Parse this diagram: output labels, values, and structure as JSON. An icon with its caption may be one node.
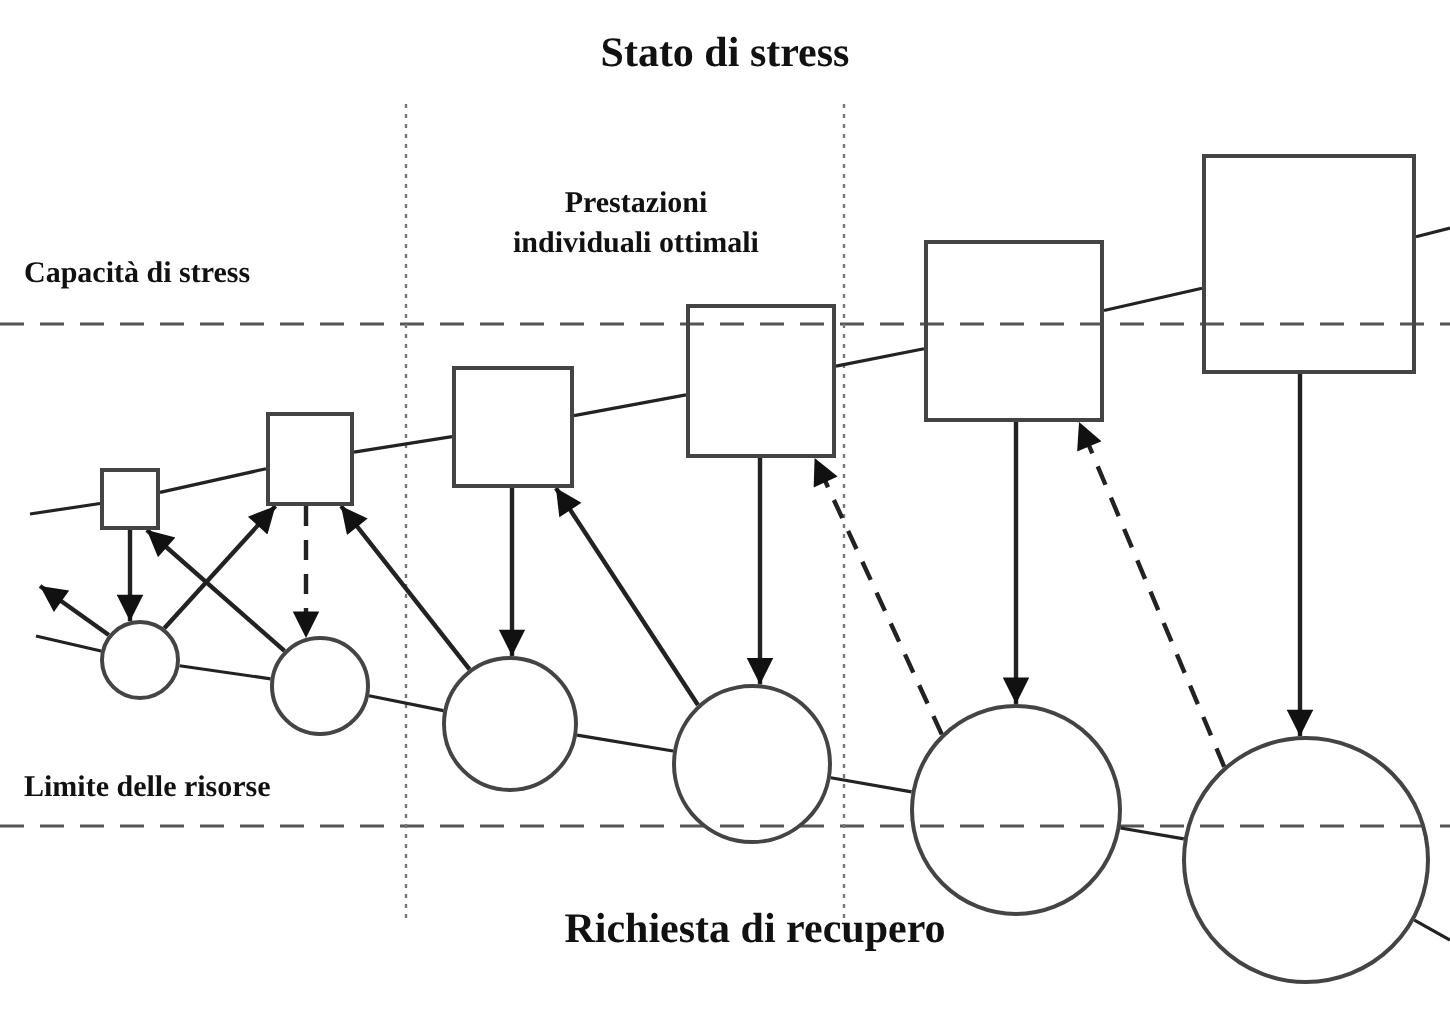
{
  "diagram": {
    "title": "Stato di stress",
    "caption": "Richiesta di recupero",
    "nodes": [
      {
        "text": [],
        "shape": "box"
      },
      {
        "text": [],
        "shape": "box"
      },
      {
        "text": [],
        "shape": "box"
      },
      {
        "text": [],
        "shape": "box"
      },
      {
        "text": [],
        "shape": "box"
      },
      {
        "text": [],
        "shape": "box"
      },
      {
        "text": [],
        "shape": "circle"
      },
      {
        "text": [],
        "shape": "circle"
      },
      {
        "text": [],
        "shape": "circle"
      },
      {
        "text": [],
        "shape": "circle"
      },
      {
        "text": [],
        "shape": "circle"
      },
      {
        "text": [],
        "shape": "circle"
      }
    ],
    "edges": [
      {
        "from": 0,
        "to": 6,
        "arrow": "to"
      },
      {
        "from": 6,
        "to": null,
        "arrow": "to"
      },
      {
        "from": 6,
        "to": 1,
        "arrow": "to"
      },
      {
        "from": 1,
        "to": 7,
        "arrow": "to",
        "style": "dashed"
      },
      {
        "from": 7,
        "to": 0,
        "arrow": "to"
      },
      {
        "from": 8,
        "to": 1,
        "arrow": "to"
      },
      {
        "from": 2,
        "to": 8,
        "arrow": "to"
      },
      {
        "from": 9,
        "to": 2,
        "arrow": "to"
      },
      {
        "from": 3,
        "to": 9,
        "arrow": "to"
      },
      {
        "from": 10,
        "to": 3,
        "arrow": "to",
        "style": "dashed"
      },
      {
        "from": 4,
        "to": 10,
        "arrow": "to"
      },
      {
        "from": 11,
        "to": 4,
        "arrow": "to",
        "style": "dashed"
      },
      {
        "from": 5,
        "to": 11,
        "arrow": "to"
      },
      {
        "from": null,
        "to": 0,
        "arrow": "none"
      },
      {
        "from": 0,
        "to": 1,
        "arrow": "none"
      },
      {
        "from": 1,
        "to": 2,
        "arrow": "none"
      },
      {
        "from": 2,
        "to": 3,
        "arrow": "none"
      },
      {
        "from": 3,
        "to": 4,
        "arrow": "none"
      },
      {
        "from": 4,
        "to": 5,
        "arrow": "none"
      },
      {
        "from": 5,
        "to": null,
        "arrow": "none"
      },
      {
        "from": null,
        "to": 6,
        "arrow": "none"
      },
      {
        "from": 6,
        "to": 7,
        "arrow": "none"
      },
      {
        "from": 7,
        "to": 8,
        "arrow": "none"
      },
      {
        "from": 8,
        "to": 9,
        "arrow": "none"
      },
      {
        "from": 9,
        "to": 10,
        "arrow": "none"
      },
      {
        "from": 10,
        "to": 11,
        "arrow": "none"
      },
      {
        "from": 11,
        "to": null,
        "arrow": "none"
      }
    ],
    "labels": [
      "Capacità di stress",
      "Prestazioni individuali ottimali",
      "Limite delle risorse"
    ]
  }
}
